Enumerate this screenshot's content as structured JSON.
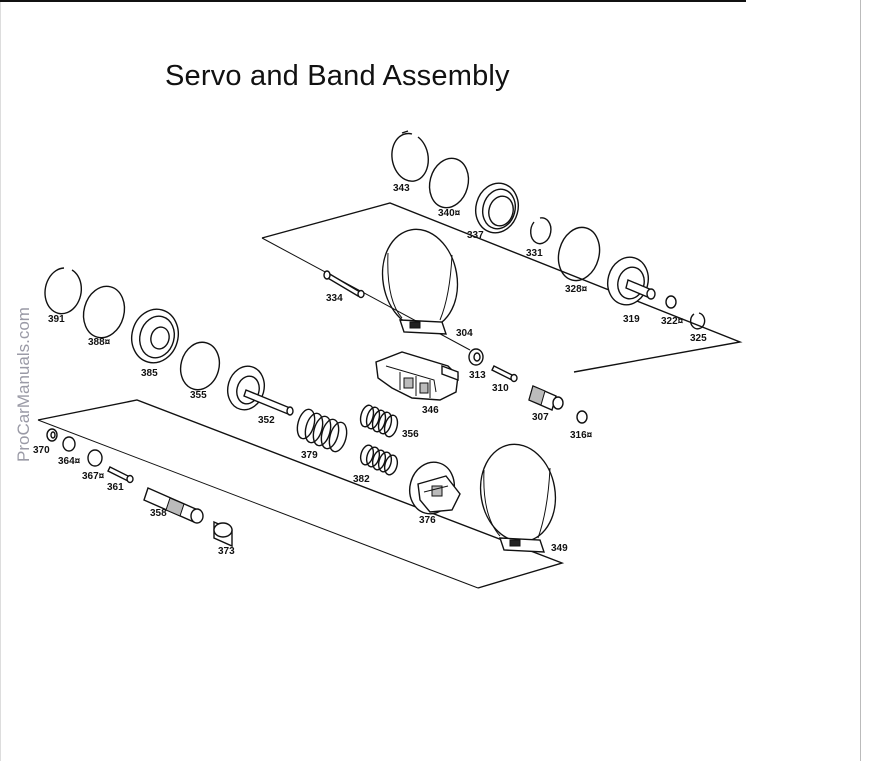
{
  "title": "Servo and Band Assembly",
  "watermark": "ProCarManuals.com",
  "labels": {
    "p343": "343",
    "p340": "340¤",
    "p337": "337",
    "p331": "331",
    "p328": "328¤",
    "p319": "319",
    "p322": "322¤",
    "p325": "325",
    "p334": "334",
    "p304": "304",
    "p313": "313",
    "p310": "310",
    "p307": "307",
    "p316": "316¤",
    "p346": "346",
    "p391": "391",
    "p388": "388¤",
    "p385": "385",
    "p355": "355",
    "p352": "352",
    "p370": "370",
    "p364": "364¤",
    "p367": "367¤",
    "p361": "361",
    "p358": "358",
    "p373": "373",
    "p379": "379",
    "p356": "356",
    "p382": "382",
    "p376": "376",
    "p349": "349"
  }
}
